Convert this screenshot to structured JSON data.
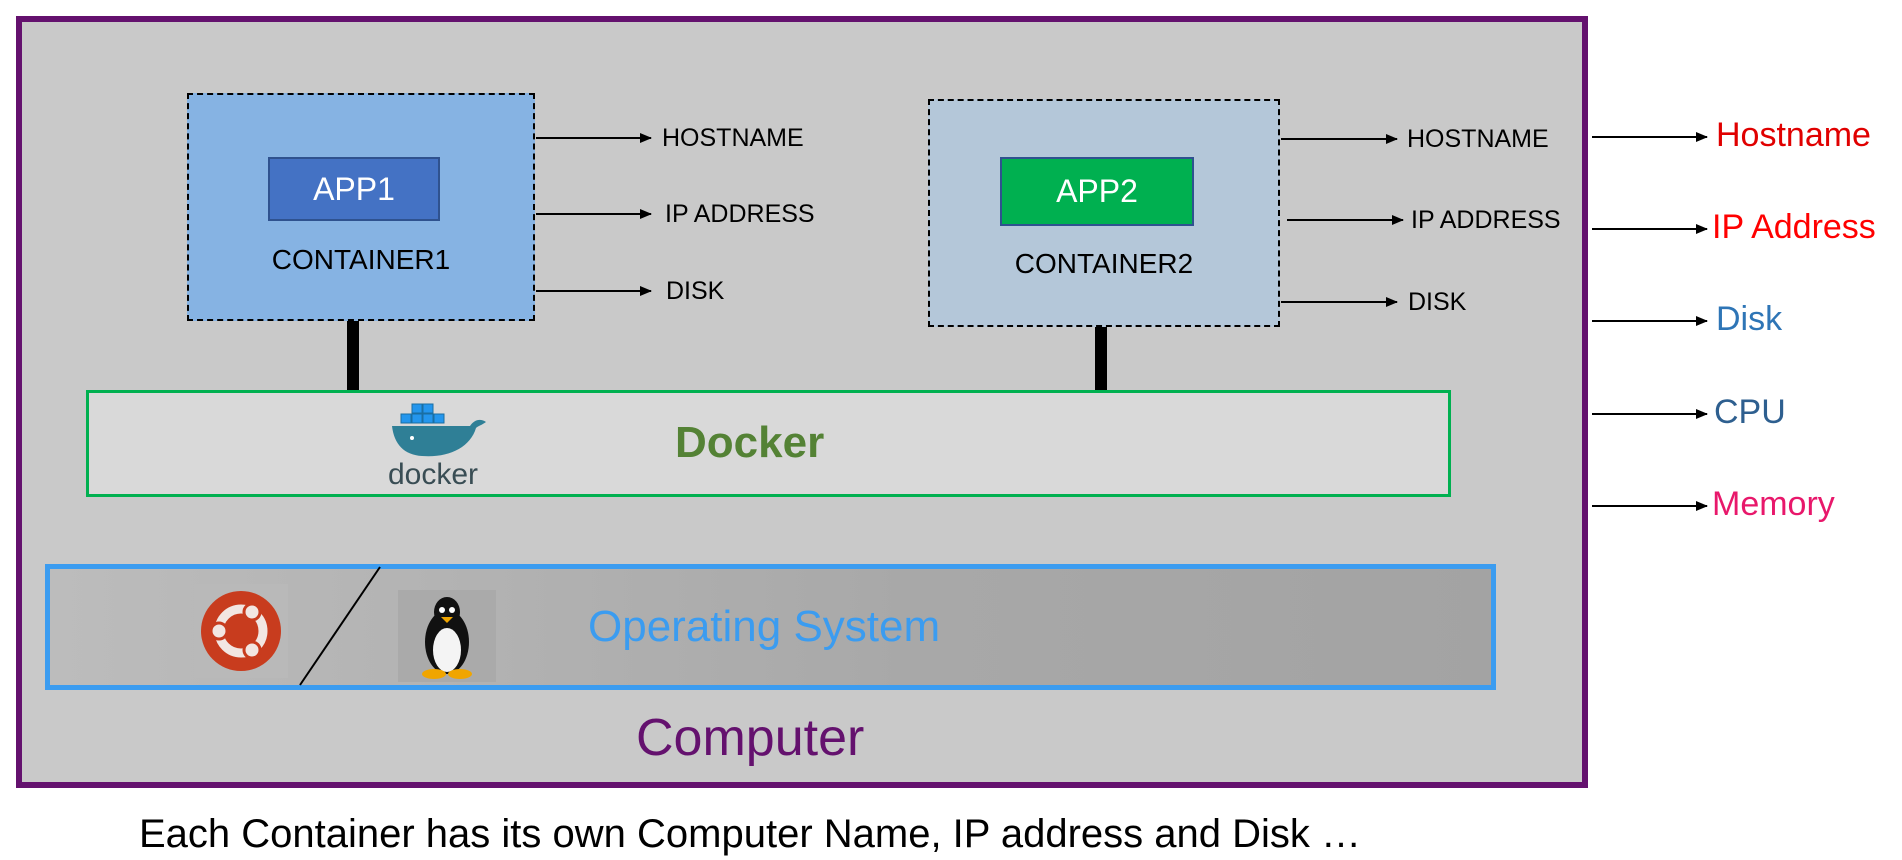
{
  "container1": {
    "app_label": "APP1",
    "name": "CONTAINER1"
  },
  "container2": {
    "app_label": "APP2",
    "name": "CONTAINER2"
  },
  "container1_outputs": [
    "HOSTNAME",
    "IP ADDRESS",
    "DISK"
  ],
  "container2_outputs": [
    "HOSTNAME",
    "IP ADDRESS",
    "DISK"
  ],
  "computer_outputs": [
    {
      "label": "Hostname",
      "color": "#e00000"
    },
    {
      "label": "IP Address",
      "color": "#ff0000"
    },
    {
      "label": "Disk",
      "color": "#2e75b6"
    },
    {
      "label": "CPU",
      "color": "#2e5f8f"
    },
    {
      "label": "Memory",
      "color": "#e8186b"
    }
  ],
  "docker": {
    "title": "Docker",
    "logo_text": "docker"
  },
  "os": {
    "title": "Operating System",
    "icons": [
      "ubuntu-icon",
      "tux-icon"
    ]
  },
  "computer": {
    "title": "Computer"
  },
  "caption": "Each Container has its own Computer Name, IP address and Disk …",
  "colors": {
    "computer_border": "#64116e",
    "docker_border": "#00b050",
    "os_border": "#3b9cf0"
  }
}
